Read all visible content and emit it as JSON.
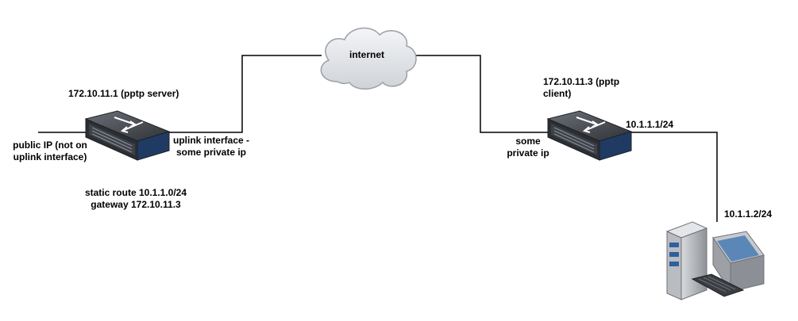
{
  "labels": {
    "internet": "internet",
    "server_title": "172.10.11.1 (pptp server)",
    "public_ip": "public IP (not on\nuplink interface)",
    "uplink": "uplink interface -\nsome private ip",
    "static_route": "static route 10.1.1.0/24\ngateway 172.10.11.3",
    "client_title": "172.10.11.3 (pptp\nclient)",
    "client_private": "some\nprivate ip",
    "lan_router_ip": "10.1.1.1/24",
    "pc_ip": "10.1.1.2/24"
  },
  "colors": {
    "line": "#000000",
    "switch_body": "#3a3d42",
    "switch_face": "#1f3b63",
    "cloud_fill": "#e7e9ec",
    "screen": "#5b86b8"
  },
  "icons": [
    "cloud-icon",
    "router-switch-icon",
    "desktop-computer-icon"
  ]
}
